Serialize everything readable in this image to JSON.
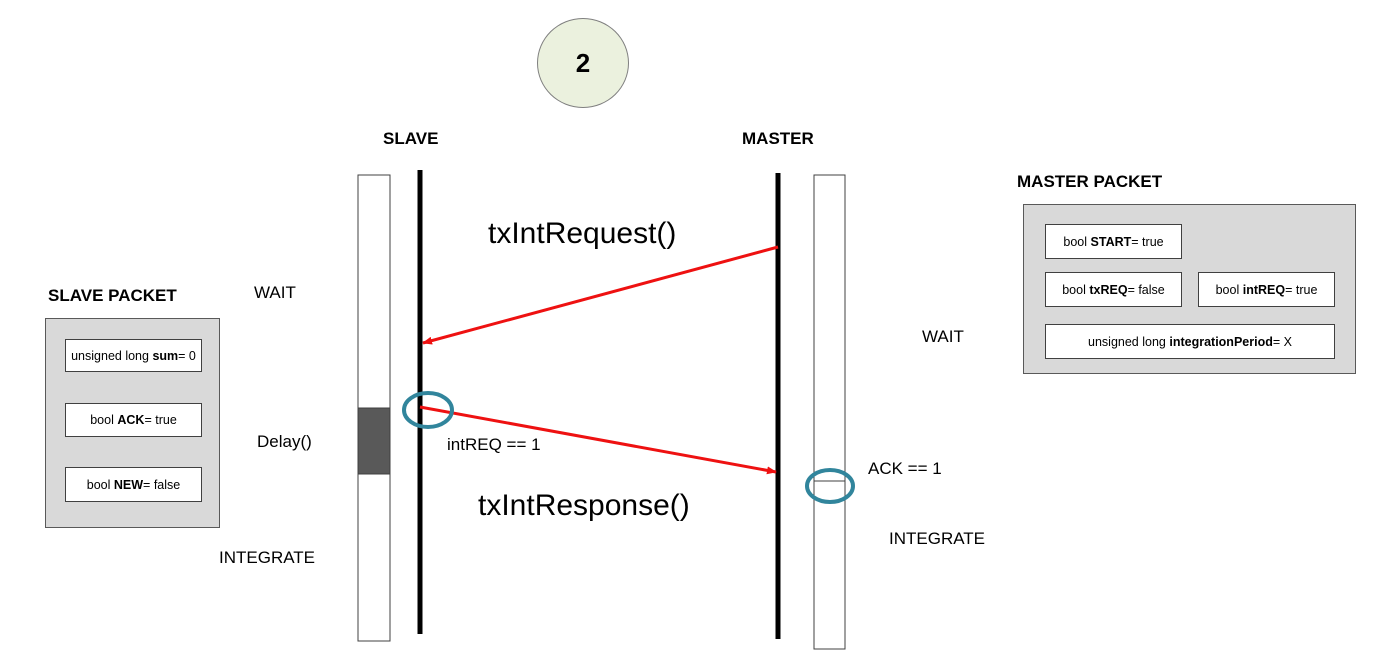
{
  "step": "2",
  "actors": {
    "slave": "SLAVE",
    "master": "MASTER"
  },
  "slave_states": {
    "wait": "WAIT",
    "delay": "Delay()",
    "integrate": "INTEGRATE"
  },
  "master_states": {
    "wait": "WAIT",
    "integrate": "INTEGRATE"
  },
  "messages": {
    "request": "txIntRequest()",
    "response": "txIntResponse()",
    "int_req_condition": "intREQ == 1",
    "ack_condition": "ACK == 1"
  },
  "slave_packet": {
    "title": "SLAVE PACKET",
    "fields": [
      {
        "prefix": "unsigned long ",
        "name": "sum",
        "suffix": " = 0"
      },
      {
        "prefix": "bool ",
        "name": "ACK",
        "suffix": " = true"
      },
      {
        "prefix": "bool ",
        "name": "NEW",
        "suffix": " = false"
      }
    ]
  },
  "master_packet": {
    "title": "MASTER PACKET",
    "fields": [
      {
        "prefix": "bool ",
        "name": "START",
        "suffix": "= true"
      },
      {
        "prefix": "bool ",
        "name": "txREQ",
        "suffix": " = false"
      },
      {
        "prefix": "bool ",
        "name": "intREQ",
        "suffix": " = true"
      },
      {
        "prefix": "unsigned long ",
        "name": "integrationPeriod",
        "suffix": " = X"
      }
    ]
  },
  "colors": {
    "arrow": "#ee1111",
    "highlight_ring": "#31859c",
    "delay_block": "#595959",
    "step_fill": "#ebf1de"
  }
}
